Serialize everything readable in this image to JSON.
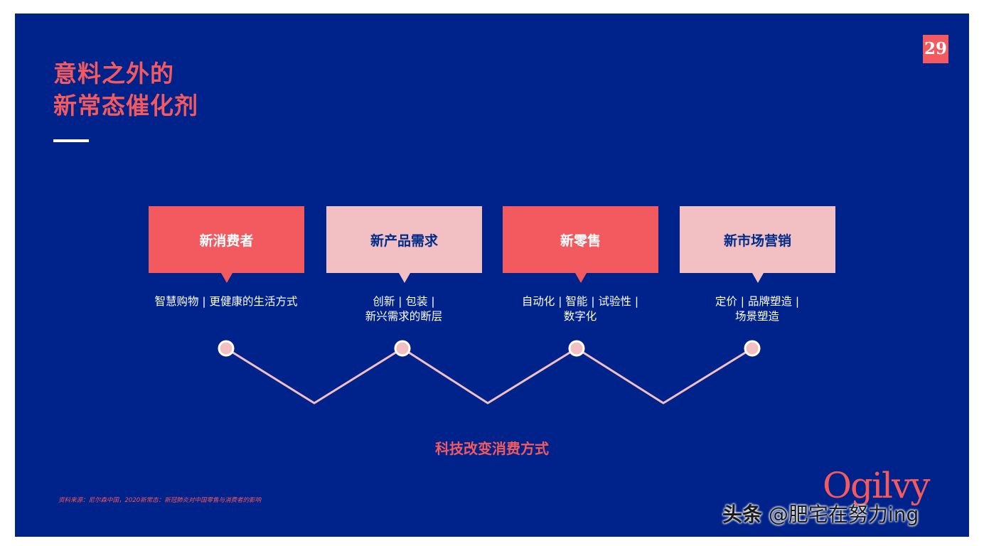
{
  "slide": {
    "title_line1": "意料之外的",
    "title_line2": "新常态催化剂",
    "page_number": "29",
    "caption": "科技改变消费方式",
    "source": "资料来源：尼尔森中国，2020新常态：新冠肺炎对中国零售与消费者的影响",
    "logo": "Ogilvy",
    "colors": {
      "background": "#00228b",
      "accent_red": "#f25a5f",
      "accent_pink": "#f2c0c2",
      "text_white": "#ffffff"
    }
  },
  "cards": [
    {
      "label": "新消费者",
      "desc_line1": "智慧购物 | 更健康的生活方式",
      "desc_line2": ""
    },
    {
      "label": "新产品需求",
      "desc_line1": "创新 | 包装 |",
      "desc_line2": "新兴需求的断层"
    },
    {
      "label": "新零售",
      "desc_line1": "自动化 | 智能 | 试验性 |",
      "desc_line2": "数字化"
    },
    {
      "label": "新市场营销",
      "desc_line1": "定价 | 品牌塑造 |",
      "desc_line2": "场景塑造"
    }
  ],
  "watermark": {
    "brand": "头条",
    "handle": "@肥宅在努力ing"
  }
}
